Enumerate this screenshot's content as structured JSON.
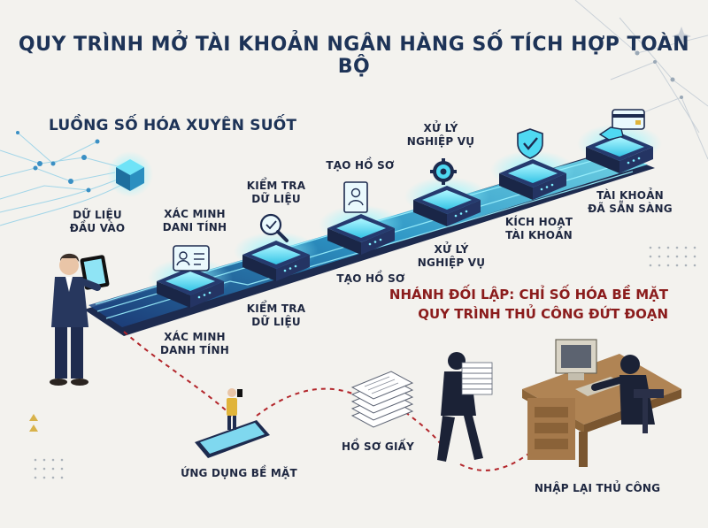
{
  "title": "QUY TRÌNH MỞ TÀI KHOẢN NGÂN HÀNG SỐ TÍCH HỢP TOÀN BỘ",
  "subtitle": "LUỒNG SỐ HÓA XUYÊN SUỐT",
  "top_labels": {
    "input": [
      "DỮ LIỆU",
      "ĐẦU VÀO"
    ],
    "verify": [
      "XÁC MINH",
      "DANI TÍNH"
    ],
    "check": [
      "KIỂM TRA",
      "DỮ LIỆU"
    ],
    "create": [
      "TẠO HỒ SƠ"
    ],
    "process": [
      "XỬ LÝ",
      "NGHIỆP VỤ"
    ],
    "ready": [
      "TÀI KHOẢN",
      "ĐÃ SẴN SÀNG"
    ]
  },
  "bottom_labels": {
    "verify": [
      "XÁC MINH",
      "DANH TÍNH"
    ],
    "check": [
      "KIỂM TRA",
      "DỮ LIỆU"
    ],
    "create": [
      "TẠO HỒ SƠ"
    ],
    "process": [
      "XỬ LÝ",
      "NGHIỆP VỤ"
    ],
    "activate": [
      "KÍCH HOẠT",
      "TÀI KHOẢN"
    ]
  },
  "branch": {
    "line1": "NHÁNH ĐỐI LẬP: CHỈ SỐ HÓA BỀ MẶT",
    "line2": "QUY TRÌNH THỦ CÔNG ĐỨT ĐOẠN"
  },
  "manual_labels": {
    "app": "ỨNG DỤNG BỀ MẶT",
    "paper": "HỒ SƠ GIẤY",
    "reentry": "NHẬP LẠI THỦ CÔNG"
  },
  "colors": {
    "navy": "#1d2b4f",
    "cyan": "#4fd9f2",
    "dashed_red": "#b3262b",
    "title": "#1d3357"
  }
}
